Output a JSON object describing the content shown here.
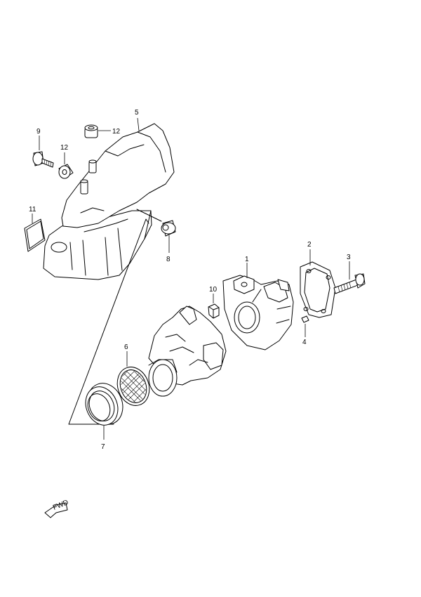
{
  "callouts": {
    "p1": "1",
    "p2": "2",
    "p3": "3",
    "p4": "4",
    "p5": "5",
    "p6": "6",
    "p7": "7",
    "p8": "8",
    "p9": "9",
    "p10": "10",
    "p11": "11",
    "p12a": "12",
    "p12b": "12"
  },
  "direction_arrow": {
    "label": "FWD",
    "icon": "forward-arrow-icon"
  }
}
